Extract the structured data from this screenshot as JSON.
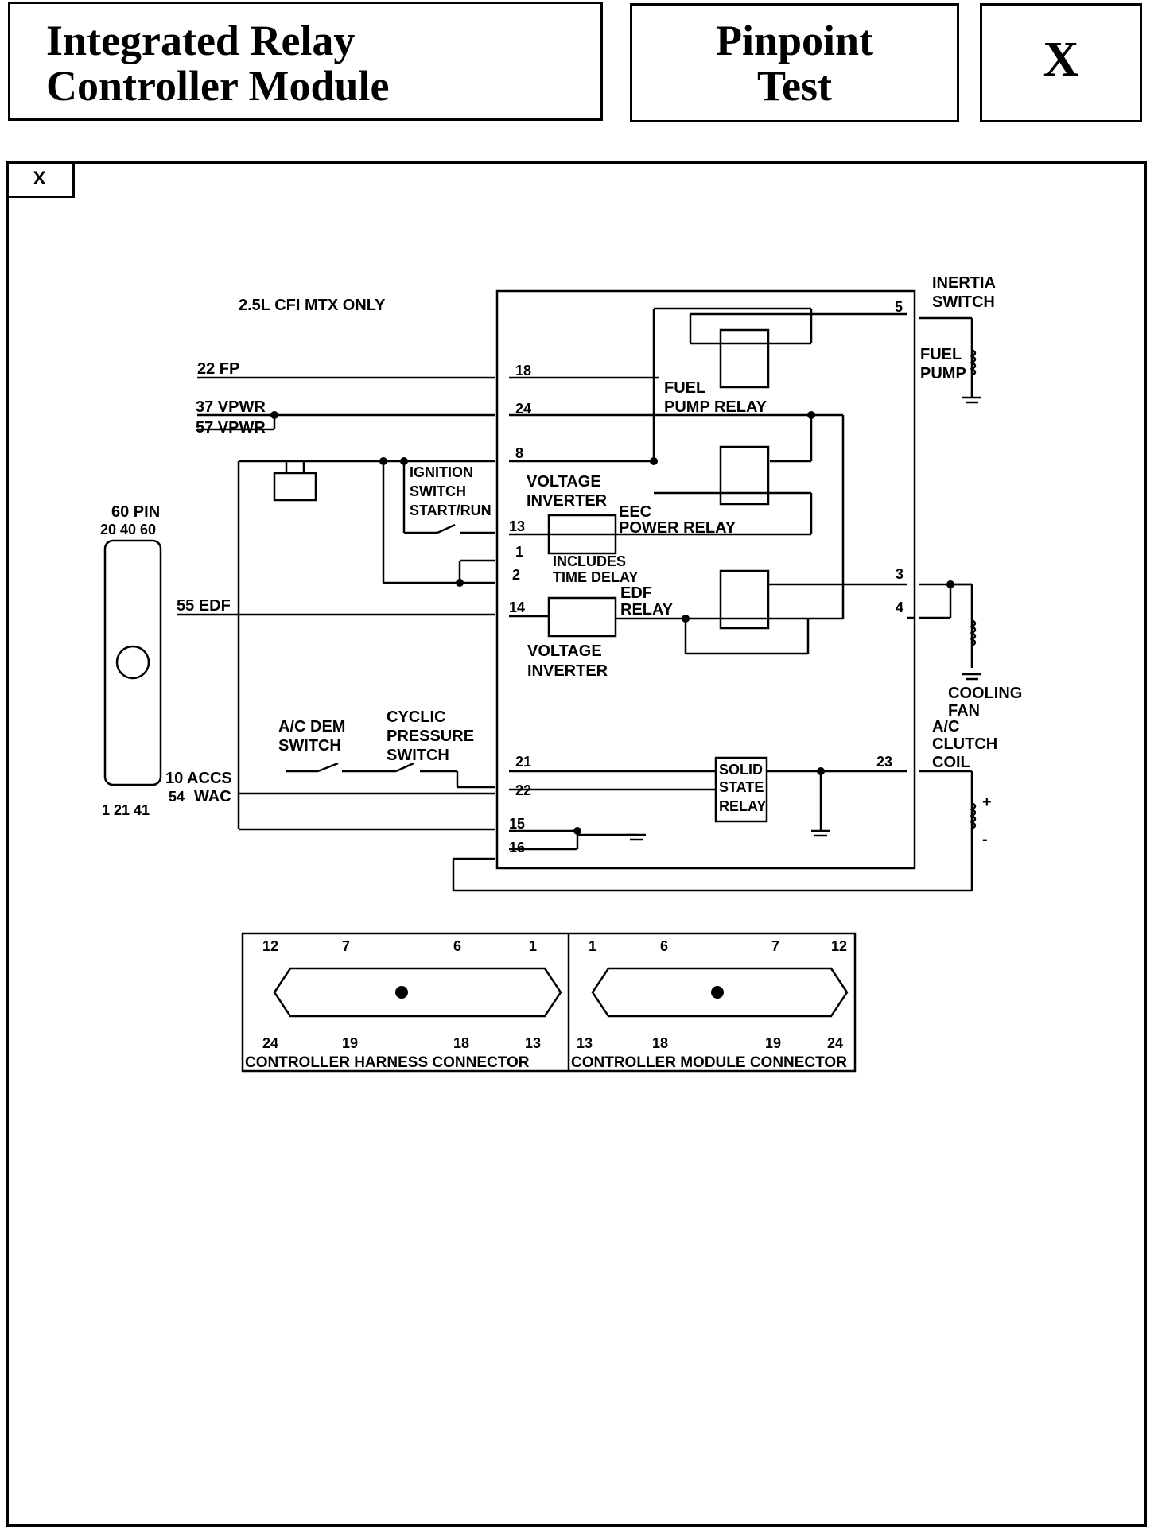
{
  "header": {
    "title_line1": "Integrated Relay",
    "title_line2": "Controller Module",
    "test_line1": "Pinpoint",
    "test_line2": "Test",
    "test_code": "X"
  },
  "frame_tab": "X",
  "diagram": {
    "note": "2.5L CFI MTX ONLY",
    "ecu_label": "60 PIN",
    "ecu_top_pins": "20 40 60",
    "ecu_bottom_pins": "1 21 41",
    "inputs": {
      "fp": "22 FP",
      "vpwr37": "37 VPWR",
      "vpwr57": "57 VPWR",
      "edf": "55 EDF",
      "accs": "10 ACCS",
      "wac_num": "54",
      "wac": "WAC"
    },
    "pins": [
      "18",
      "24",
      "8",
      "13",
      "1",
      "2",
      "14",
      "21",
      "22",
      "15",
      "16",
      "5",
      "3",
      "4",
      "23"
    ],
    "labels": {
      "ignition1": "IGNITION",
      "ignition2": "SWITCH",
      "ignition3": "START/RUN",
      "vinv1a": "VOLTAGE",
      "vinv1b": "INVERTER",
      "includes": "INCLUDES",
      "time_delay": "TIME DELAY",
      "vinv2a": "VOLTAGE",
      "vinv2b": "INVERTER",
      "fuel1": "FUEL",
      "fuel2": "PUMP RELAY",
      "eec1": "EEC",
      "eec2": "POWER RELAY",
      "edf1": "EDF",
      "edf2": "RELAY",
      "ssr1": "SOLID",
      "ssr2": "STATE",
      "ssr3": "RELAY",
      "inertia1": "INERTIA",
      "inertia2": "SWITCH",
      "fuelpump1": "FUEL",
      "fuelpump2": "PUMP",
      "fan1": "COOLING",
      "fan2": "FAN",
      "clutch1": "A/C",
      "clutch2": "CLUTCH",
      "clutch3": "COIL",
      "plus": "+",
      "minus": "-",
      "acdem1": "A/C DEM",
      "acdem2": "SWITCH",
      "cyclic1": "CYCLIC",
      "cyclic2": "PRESSURE",
      "cyclic3": "SWITCH"
    },
    "harness_connector": {
      "caption": "CONTROLLER HARNESS CONNECTOR",
      "pins_top": [
        "12",
        "7",
        "6",
        "1"
      ],
      "pins_bottom": [
        "24",
        "19",
        "18",
        "13"
      ]
    },
    "module_connector": {
      "caption": "CONTROLLER MODULE CONNECTOR",
      "pins_top": [
        "1",
        "6",
        "7",
        "12"
      ],
      "pins_bottom": [
        "13",
        "18",
        "19",
        "24"
      ]
    }
  }
}
